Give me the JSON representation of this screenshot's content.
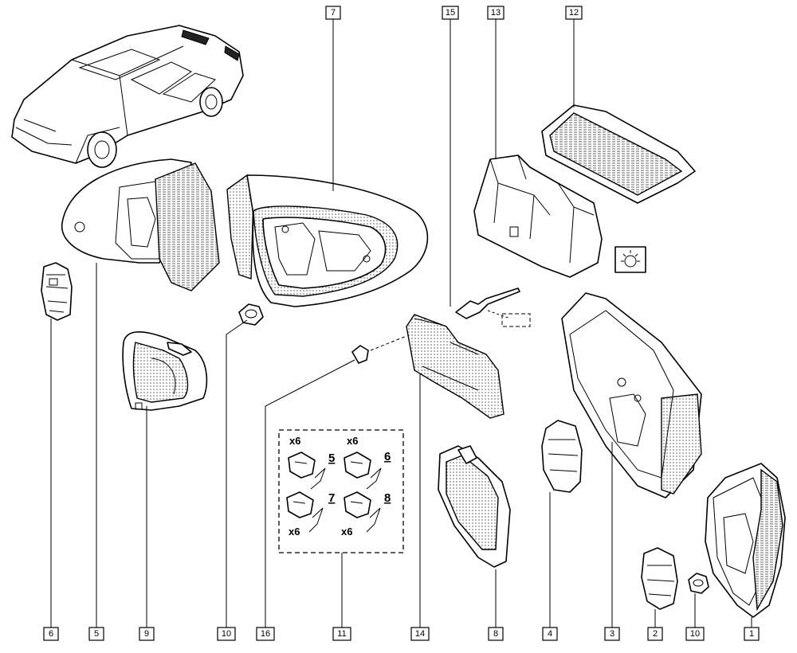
{
  "callouts": {
    "c1": "1",
    "c2": "2",
    "c3": "3",
    "c4": "4",
    "c5": "5",
    "c6": "6",
    "c7": "7",
    "c8": "8",
    "c9": "9",
    "c10a": "10",
    "c10b": "10",
    "c11": "11",
    "c12": "12",
    "c13": "13",
    "c14": "14",
    "c15": "15",
    "c16": "16"
  },
  "inset": {
    "qty_tl": "x6",
    "qty_tr": "x6",
    "qty_bl": "x6",
    "qty_br": "x6",
    "n5": "5",
    "n6": "6",
    "n7": "7",
    "n8": "8"
  },
  "icons": {
    "bulb": "bulb-symbol-icon"
  }
}
